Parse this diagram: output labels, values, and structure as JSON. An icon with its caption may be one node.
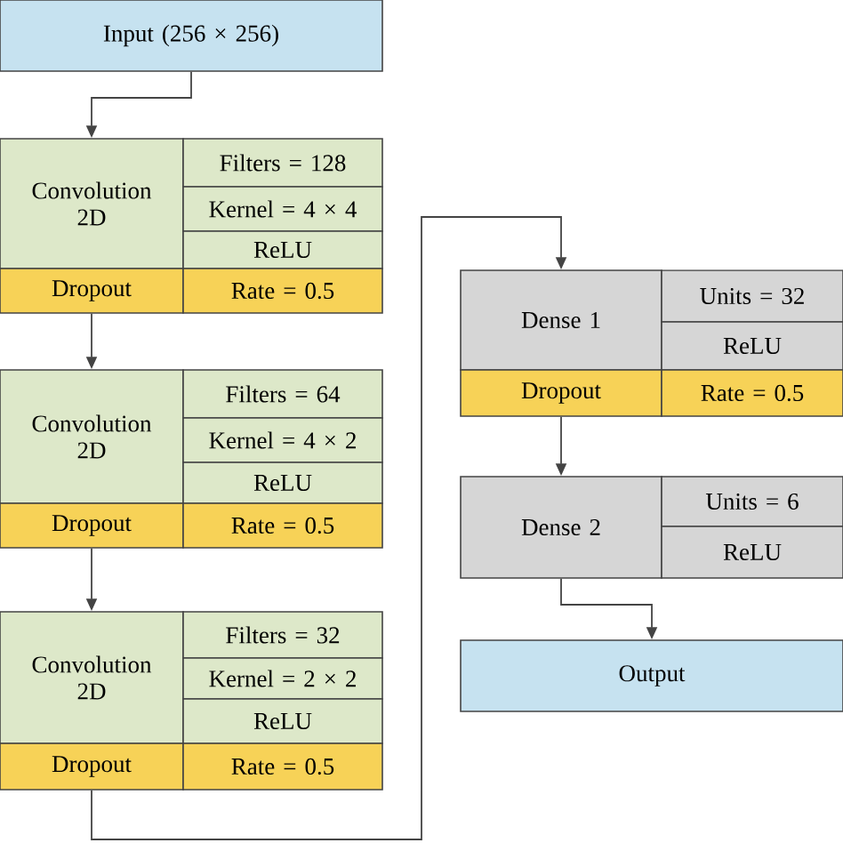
{
  "diagram": {
    "nodes": [
      {
        "text": [
          "Input (256 × 256)"
        ]
      },
      {
        "text": [
          "Convolution 2D"
        ]
      },
      {
        "text": [
          "Filters = 128"
        ]
      },
      {
        "text": [
          "Kernel = 4 × 4"
        ]
      },
      {
        "text": [
          "ReLU"
        ]
      },
      {
        "text": [
          "Dropout"
        ]
      },
      {
        "text": [
          "Rate = 0.5"
        ]
      },
      {
        "text": [
          "Convolution 2D"
        ]
      },
      {
        "text": [
          "Filters = 64"
        ]
      },
      {
        "text": [
          "Kernel = 4 × 2"
        ]
      },
      {
        "text": [
          "ReLU"
        ]
      },
      {
        "text": [
          "Dropout"
        ]
      },
      {
        "text": [
          "Rate = 0.5"
        ]
      },
      {
        "text": [
          "Convolution 2D"
        ]
      },
      {
        "text": [
          "Filters = 32"
        ]
      },
      {
        "text": [
          "Kernel = 2 × 2"
        ]
      },
      {
        "text": [
          "ReLU"
        ]
      },
      {
        "text": [
          "Dropout"
        ]
      },
      {
        "text": [
          "Rate = 0.5"
        ]
      },
      {
        "text": [
          "Dense 1"
        ]
      },
      {
        "text": [
          "Units = 32"
        ]
      },
      {
        "text": [
          "ReLU"
        ]
      },
      {
        "text": [
          "Dropout"
        ]
      },
      {
        "text": [
          "Rate = 0.5"
        ]
      },
      {
        "text": [
          "Dense 2"
        ]
      },
      {
        "text": [
          "Units = 6"
        ]
      },
      {
        "text": [
          "ReLU"
        ]
      },
      {
        "text": [
          "Output"
        ]
      }
    ],
    "edges": [
      {
        "from": 0,
        "to": 1,
        "arrow": "to"
      },
      {
        "from": 5,
        "to": 7,
        "arrow": "to"
      },
      {
        "from": 11,
        "to": 13,
        "arrow": "to"
      },
      {
        "from": 17,
        "to": 19,
        "arrow": "to"
      },
      {
        "from": 22,
        "to": 24,
        "arrow": "to"
      },
      {
        "from": 24,
        "to": 27,
        "arrow": "to"
      }
    ]
  }
}
